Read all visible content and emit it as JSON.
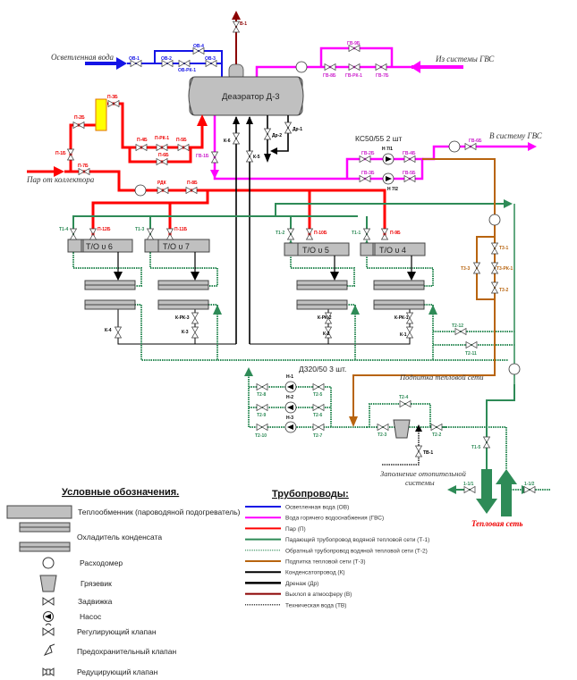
{
  "colors": {
    "ov": "#1414e6",
    "gvs": "#ff00ff",
    "steam": "#ff0000",
    "t1": "#2e8b57",
    "t2": "#2e8b57",
    "t3": "#b8640f",
    "condensate": "#000000",
    "drain": "#000000",
    "exhaust": "#8b0000",
    "tech_water": "#000000",
    "equipment": "#c0c0c0",
    "separator": "#ffff00"
  },
  "labels": {
    "clarified_water": "Осветленная вода",
    "from_gvs": "Из системы ГВС",
    "to_gvs": "В систему ГВС",
    "steam_from_collector": "Пар от коллектора",
    "deaerator": "Деаэратор Д-3",
    "ks_pumps": "КС50/55 2 шт",
    "d_pumps": "Д320/50 3 шт.",
    "makeup": "Подпитка тепловой сети",
    "filling": "Заполнение отопительной",
    "filling2": "системы",
    "heat_network": "Тепловая сеть"
  },
  "heat_exchangers": [
    {
      "label": "Т/О υ 6"
    },
    {
      "label": "Т/О υ 7"
    },
    {
      "label": "Т/О υ 5"
    },
    {
      "label": "Т/О υ 4"
    }
  ],
  "valves": {
    "ov1": "ОВ-1",
    "ov2": "ОВ-2",
    "ov3": "ОВ-3",
    "ov4": "ОВ-4",
    "ovrk1": "ОВ-РК-1",
    "v1": "В-1",
    "gv1b": "ГВ-1Б",
    "gv2b": "ГВ-2Б",
    "gv3b": "ГВ-3Б",
    "gv4b": "ГВ-4Б",
    "gv5b": "ГВ-5Б",
    "gv6b": "ГВ-6Б",
    "gv7b": "ГВ-7Б",
    "gv8b": "ГВ-8Б",
    "gv9b": "ГВ-9Б",
    "gvrk1": "ГВ-РК-1",
    "n71": "Н 7/1",
    "n72": "Н 7/2",
    "p1b": "П-1Б",
    "p2b": "П-2Б",
    "p3b": "П-3Б",
    "p4b": "П-4Б",
    "p5b": "П-5Б",
    "p6b": "П-6Б",
    "p7b": "П-7Б",
    "p8b": "П-8Б",
    "p9b": "П-9Б",
    "p10b": "П-10Б",
    "p11b": "П-11Б",
    "p12b": "П-12Б",
    "prk1": "П-РК-1",
    "rdk": "РДК",
    "k1": "К-1",
    "k2": "К-2",
    "k3": "К-3",
    "k4": "К-4",
    "k5": "К-5",
    "k6": "К-6",
    "krk1": "К-РК-1",
    "krk2": "К-РК-2",
    "krk3": "К-РК-3",
    "dr1": "Др-1",
    "dr2": "Др-2",
    "t11": "Т1-1",
    "t12": "Т1-2",
    "t13": "Т1-3",
    "t14": "Т1-4",
    "t15": "Т1-5",
    "t22": "Т2-2",
    "t23": "Т2-3",
    "t24": "Т2-4",
    "t25": "Т2-5",
    "t26": "Т2-6",
    "t27": "Т2-7",
    "t28": "Т2-8",
    "t29": "Т2-9",
    "t210": "Т2-10",
    "t211": "Т2-11",
    "t212": "Т2-12",
    "t31": "Т3-1",
    "t32": "Т3-2",
    "t33": "Т3-3",
    "t3rk1": "Т3-РК-1",
    "tv1": "ТВ-1",
    "h1": "Н-1",
    "h2": "Н-2",
    "h3": "Н-3",
    "v111": "1-1/1",
    "v112": "1-1/2"
  },
  "legend": {
    "title": "Условные обозначения.",
    "items": [
      {
        "icon": "heat-exchanger-icon",
        "label": "Теплообменник (пароводяной подогреватель)"
      },
      {
        "icon": "condensate-cooler-icon",
        "label": "Охладитель конденсата"
      },
      {
        "icon": "flowmeter-icon",
        "label": "Расходомер"
      },
      {
        "icon": "mud-trap-icon",
        "label": "Грязевик"
      },
      {
        "icon": "gate-valve-icon",
        "label": "Задвижка"
      },
      {
        "icon": "pump-icon",
        "label": "Насос"
      },
      {
        "icon": "control-valve-icon",
        "label": "Регулирующий клапан"
      },
      {
        "icon": "safety-valve-icon",
        "label": "Предохранительный клапан"
      },
      {
        "icon": "reducing-valve-icon",
        "label": "Редуцирующий клапан"
      }
    ]
  },
  "pipelines": {
    "title": "Трубопроводы:",
    "items": [
      {
        "label": "Осветленная вода (ОВ)",
        "color": "#1414e6",
        "style": "solid"
      },
      {
        "label": "Вода горячего водоснабжения (ГВС)",
        "color": "#ff00ff",
        "style": "solid"
      },
      {
        "label": "Пар (П)",
        "color": "#ff0000",
        "style": "solid"
      },
      {
        "label": "Падающий трубопровод водяной тепловой сети (Т-1)",
        "color": "#2e8b57",
        "style": "solid"
      },
      {
        "label": "Обратный трубопровод водяной тепловой сети (Т-2)",
        "color": "#2e8b57",
        "style": "dotted"
      },
      {
        "label": "Подпитка тепловой сети (Т-3)",
        "color": "#b8640f",
        "style": "solid"
      },
      {
        "label": "Конденсатопровод (К)",
        "color": "#000000",
        "style": "solid"
      },
      {
        "label": "Дренаж (Др)",
        "color": "#000000",
        "style": "thick"
      },
      {
        "label": "Выхлоп в атмосферу (В)",
        "color": "#8b0000",
        "style": "solid"
      },
      {
        "label": "Техническая вода (ТВ)",
        "color": "#000000",
        "style": "dotted"
      }
    ]
  }
}
